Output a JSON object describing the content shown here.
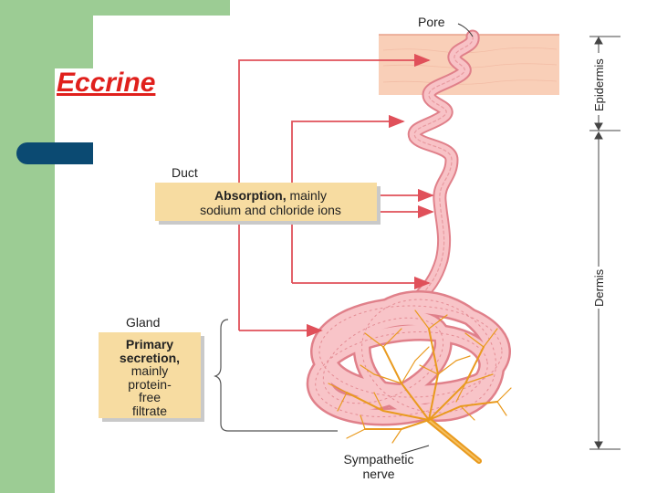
{
  "slide": {
    "title": "Eccrine"
  },
  "diagram": {
    "labels": {
      "pore": "Pore",
      "epidermis": "Epidermis",
      "dermis": "Dermis",
      "duct": "Duct",
      "gland": "Gland",
      "nerve_line1": "Sympathetic",
      "nerve_line2": "nerve"
    },
    "absorption_box": {
      "bold": "Absorption,",
      "rest_line1": " mainly",
      "line2": "sodium and chloride ions"
    },
    "secretion_box": {
      "line1": "Primary",
      "line2": "secretion,",
      "line3": "mainly",
      "line4": "protein-",
      "line5": "free",
      "line6": "filtrate"
    },
    "colors": {
      "arrow": "#e0505a",
      "duct": "#f4a7ad",
      "nerve": "#e99a1e",
      "epidermis": "#f9cfb8",
      "title": "#e0201c",
      "box": "#f7dca1"
    }
  }
}
